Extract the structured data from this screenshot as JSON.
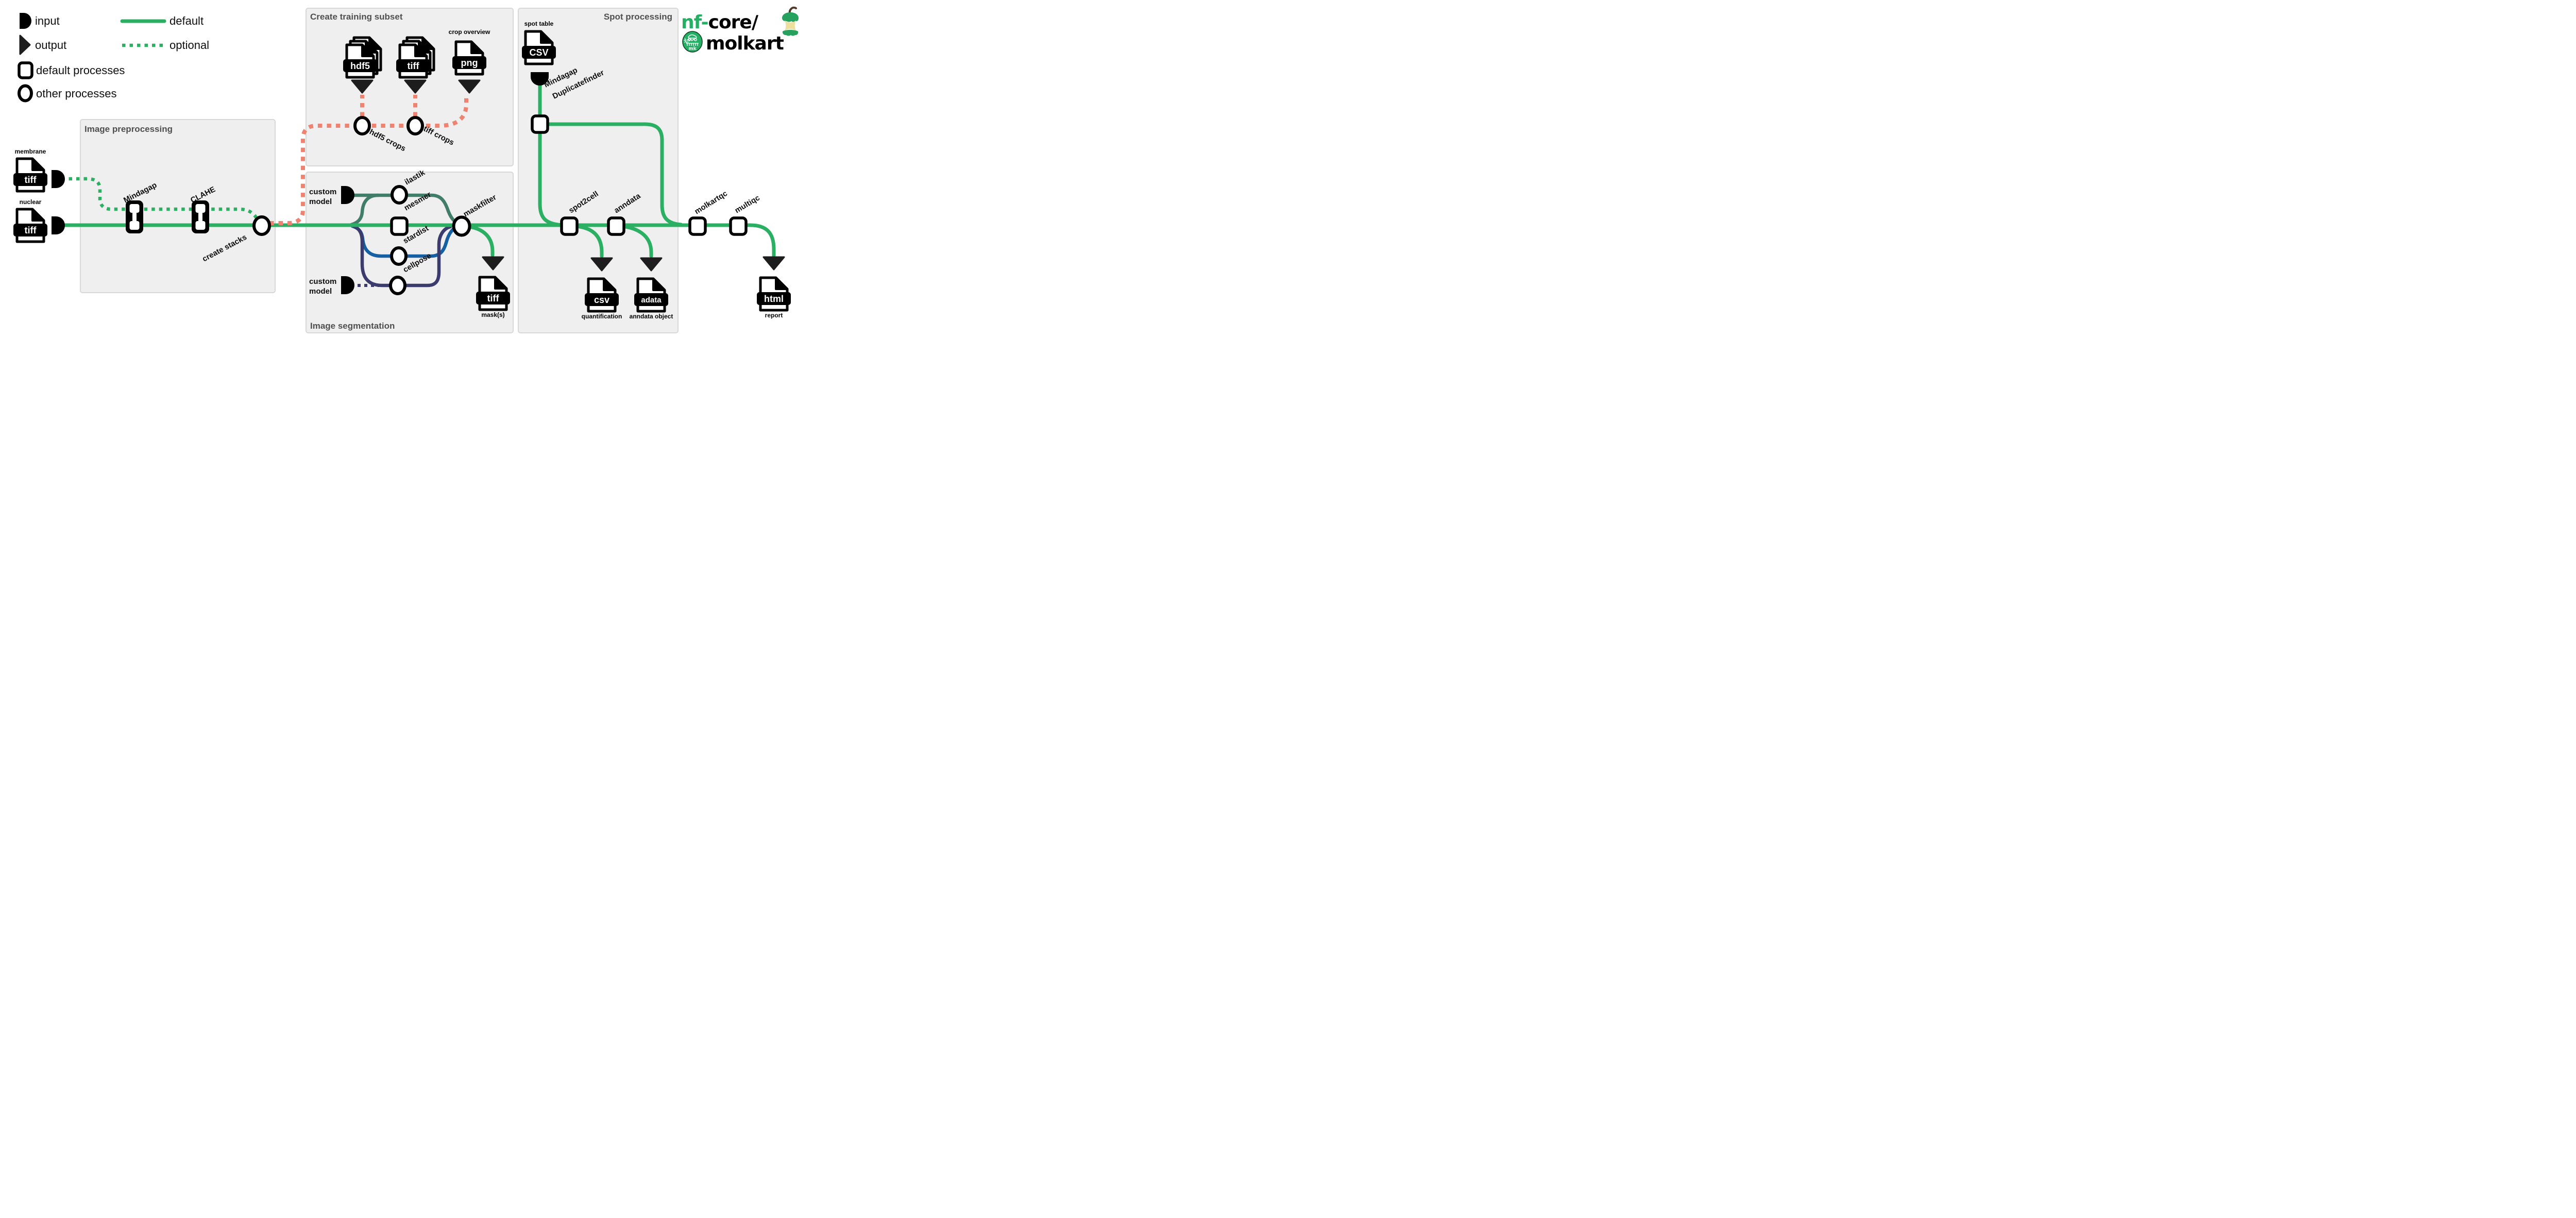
{
  "legend": {
    "input": "input",
    "output": "output",
    "default_processes": "default processes",
    "other_processes": "other processes",
    "default_flow": "default",
    "optional_flow": "optional"
  },
  "boxes": {
    "preprocessing": "Image preprocessing",
    "training": "Create training subset",
    "segmentation": "Image segmentation",
    "spot": "Spot processing"
  },
  "logo": {
    "nf": "nf-",
    "core": "core/",
    "name": "molkart",
    "badge": "mk"
  },
  "processes": {
    "mindagap": "Mindagap",
    "clahe": "CLAHE",
    "create_stacks": "create stacks",
    "hdf5_crops": "hdf5 crops",
    "tiff_crops": "tiff crops",
    "custom_model_line1": "custom",
    "custom_model_line2": "model",
    "ilastik": "ilastik",
    "mesmer": "mesmer",
    "stardist": "stardist",
    "cellpose": "cellpose",
    "maskfilter": "maskfilter",
    "duplicatefinder_line1": "Mindagap",
    "duplicatefinder_line2": "Duplicatefinder",
    "spot2cell": "spot2cell",
    "anndata": "anndata",
    "molkartqc": "molkartqc",
    "multiqc": "multiqc"
  },
  "files": {
    "membrane": {
      "caption": "membrane",
      "type": "tiff"
    },
    "nuclear": {
      "caption": "nuclear",
      "type": "tiff"
    },
    "hdf5_crops": {
      "type": "hdf5"
    },
    "tiff_crops": {
      "type": "tiff"
    },
    "crop_overview": {
      "caption": "crop overview",
      "type": "png"
    },
    "spot_table": {
      "caption": "spot table",
      "type": "CSV"
    },
    "masks": {
      "caption": "mask(s)",
      "type": "tiff"
    },
    "quantification": {
      "caption": "quantification",
      "type": "csv"
    },
    "anndata_object": {
      "caption": "anndata object",
      "type": "adata"
    },
    "report": {
      "caption": "report",
      "type": "html"
    }
  },
  "colors": {
    "green": "#2BAF62",
    "nfcore_green": "#24B064",
    "teal": "#417E69",
    "blue": "#1560A2",
    "navy": "#3B3B6D",
    "salmon": "#ED8370",
    "box_fill": "#EFEFEF",
    "box_border": "#D8D8D8",
    "title_gray": "#4F4F4F",
    "apple_cream": "#EDDF9E",
    "stem_brown": "#533B2C"
  }
}
